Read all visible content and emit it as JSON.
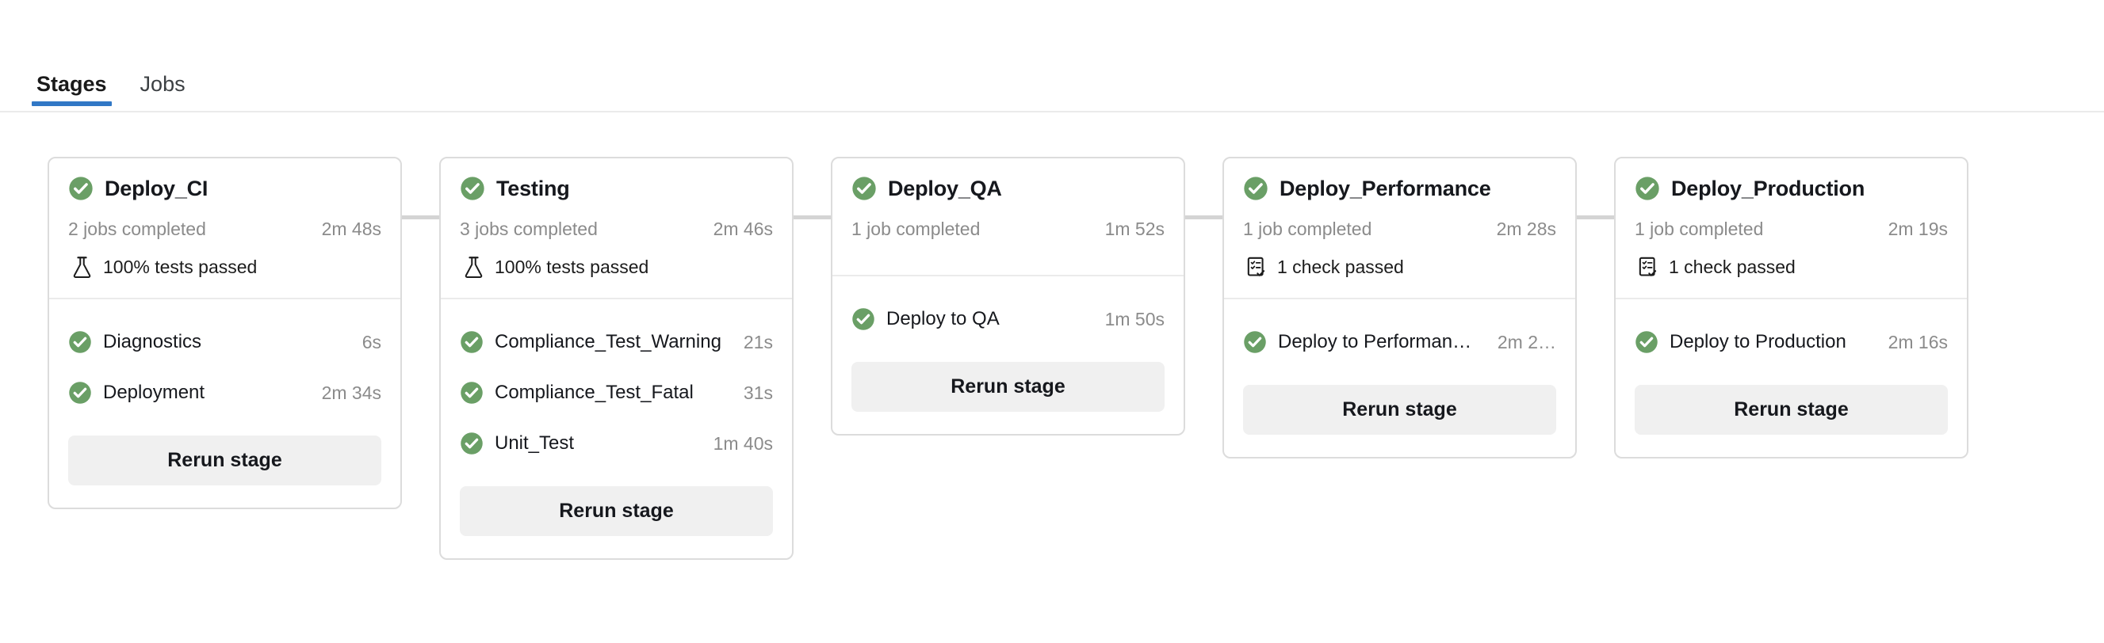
{
  "tabs": [
    {
      "label": "Stages",
      "active": true
    },
    {
      "label": "Jobs",
      "active": false
    }
  ],
  "colors": {
    "accent_blue": "#3178c6",
    "status_green": "#6a9f66",
    "card_border": "#dcdcdc",
    "connector": "#d4d4d4",
    "button_bg": "#f0f0f0",
    "muted_text": "#8b8b8b"
  },
  "pipeline": {
    "stages": [
      {
        "name": "Deploy_CI",
        "status_icon": "check-circle-icon",
        "jobs_summary": "2 jobs completed",
        "duration": "2m 48s",
        "summary": {
          "icon": "flask-icon",
          "text": "100% tests passed"
        },
        "jobs": [
          {
            "status_icon": "check-circle-icon",
            "name": "Diagnostics",
            "duration": "6s"
          },
          {
            "status_icon": "check-circle-icon",
            "name": "Deployment",
            "duration": "2m 34s"
          }
        ],
        "rerun_label": "Rerun stage"
      },
      {
        "name": "Testing",
        "status_icon": "check-circle-icon",
        "jobs_summary": "3 jobs completed",
        "duration": "2m 46s",
        "summary": {
          "icon": "flask-icon",
          "text": "100% tests passed"
        },
        "jobs": [
          {
            "status_icon": "check-circle-icon",
            "name": "Compliance_Test_Warning",
            "duration": "21s"
          },
          {
            "status_icon": "check-circle-icon",
            "name": "Compliance_Test_Fatal",
            "duration": "31s"
          },
          {
            "status_icon": "check-circle-icon",
            "name": "Unit_Test",
            "duration": "1m 40s"
          }
        ],
        "rerun_label": "Rerun stage"
      },
      {
        "name": "Deploy_QA",
        "status_icon": "check-circle-icon",
        "jobs_summary": "1 job completed",
        "duration": "1m 52s",
        "summary": null,
        "jobs": [
          {
            "status_icon": "check-circle-icon",
            "name": "Deploy to QA",
            "duration": "1m 50s"
          }
        ],
        "rerun_label": "Rerun stage"
      },
      {
        "name": "Deploy_Performance",
        "status_icon": "check-circle-icon",
        "jobs_summary": "1 job completed",
        "duration": "2m 28s",
        "summary": {
          "icon": "checklist-icon",
          "text": "1 check passed"
        },
        "jobs": [
          {
            "status_icon": "check-circle-icon",
            "name": "Deploy to Performan…",
            "duration": "2m 2…"
          }
        ],
        "rerun_label": "Rerun stage"
      },
      {
        "name": "Deploy_Production",
        "status_icon": "check-circle-icon",
        "jobs_summary": "1 job completed",
        "duration": "2m 19s",
        "summary": {
          "icon": "checklist-icon",
          "text": "1 check passed"
        },
        "jobs": [
          {
            "status_icon": "check-circle-icon",
            "name": "Deploy to Production",
            "duration": "2m 16s"
          }
        ],
        "rerun_label": "Rerun stage"
      }
    ]
  }
}
